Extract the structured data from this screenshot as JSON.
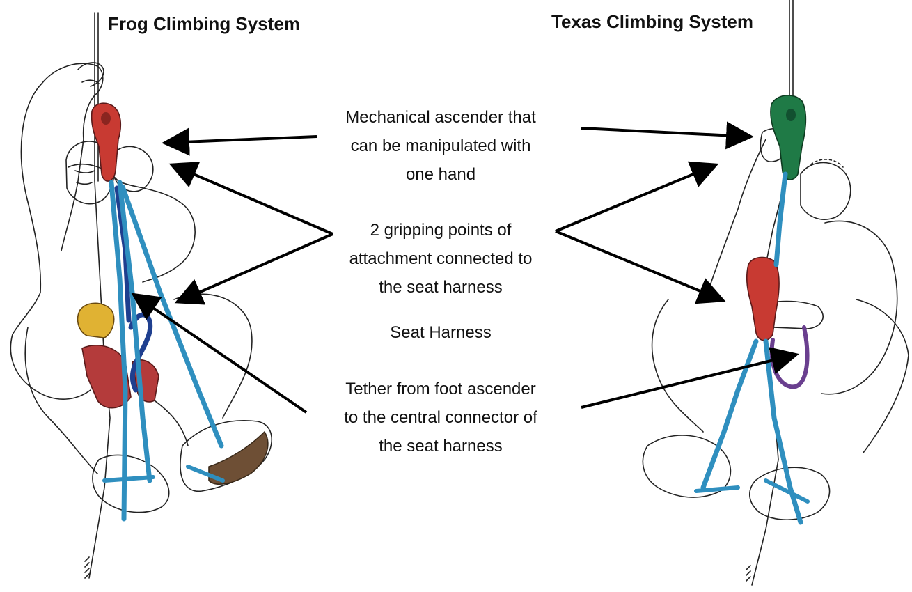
{
  "titles": {
    "left": "Frog Climbing System",
    "right": "Texas Climbing System"
  },
  "labels": {
    "ascender": [
      "Mechanical ascender that",
      "can be manipulated with",
      "one hand"
    ],
    "gripping": [
      "2 gripping points of",
      "attachment connected to",
      "the seat harness"
    ],
    "harness": [
      "Seat Harness"
    ],
    "tether": [
      "Tether from foot ascender",
      "to the central connector of",
      "the seat harness"
    ]
  },
  "colors": {
    "outline": "#222222",
    "strap_blue": "#2f8fbf",
    "strap_navy": "#1f3f8f",
    "ascender_red": "#c83a32",
    "ascender_green": "#1f7a46",
    "cam_yellow": "#e0b233",
    "harness_red": "#b43b3b",
    "tether_purple": "#6a3f8f",
    "shoe_brown": "#6e4f35",
    "arrow": "#000000"
  }
}
